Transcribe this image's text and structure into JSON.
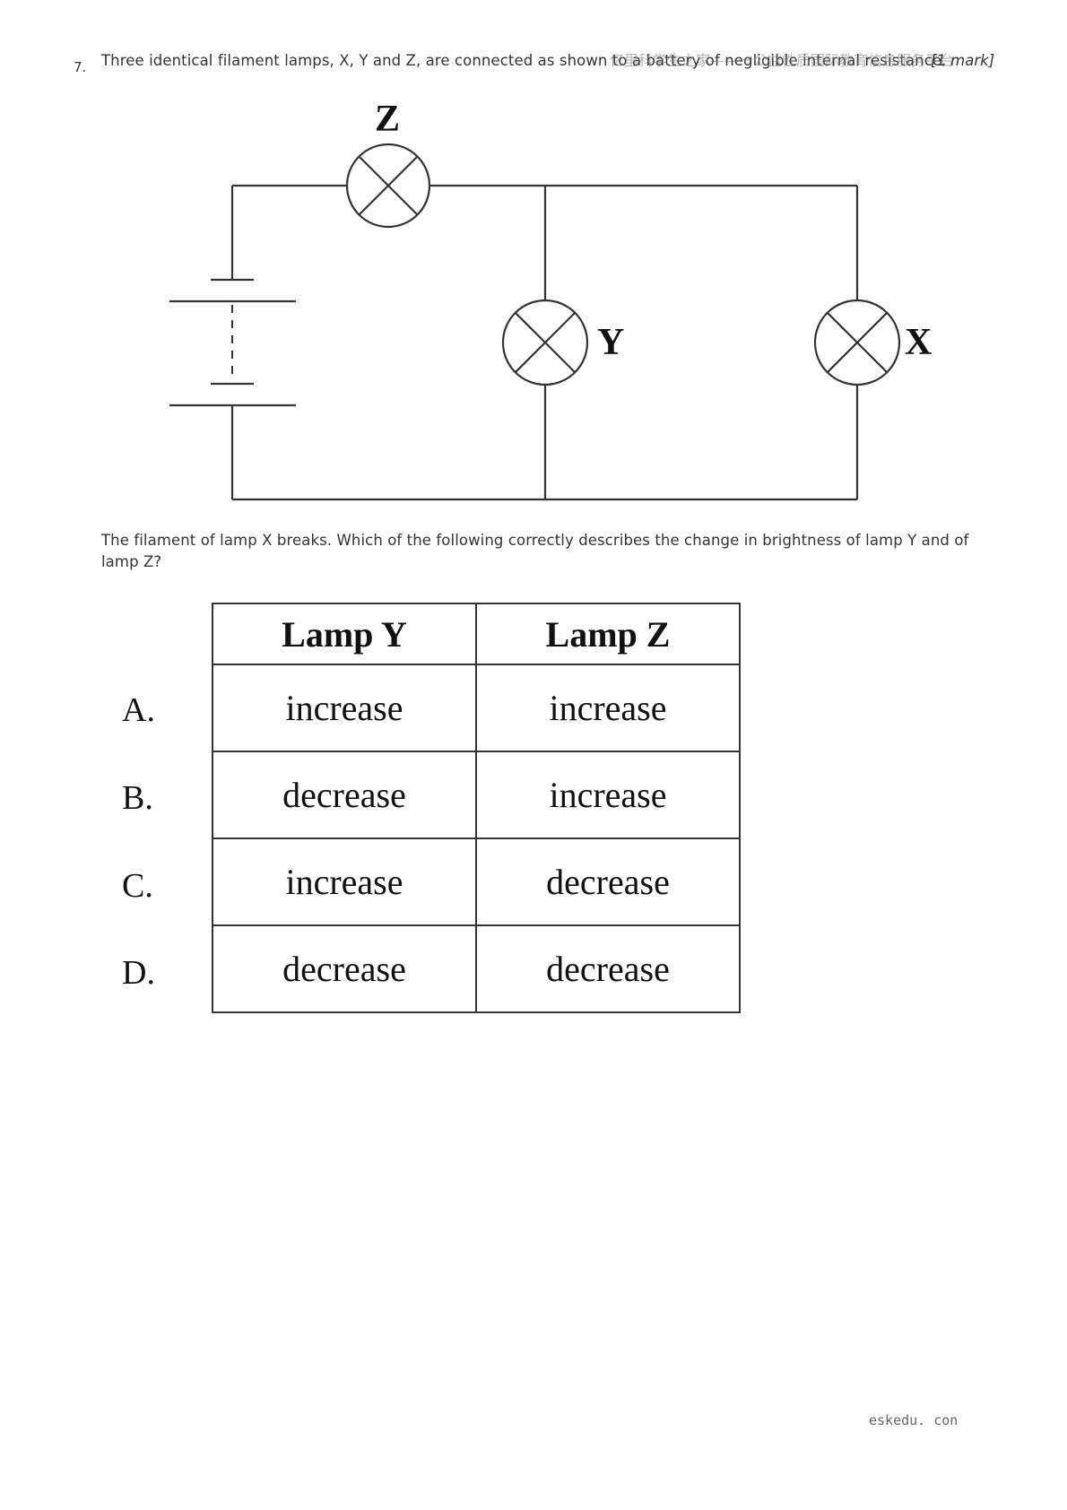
{
  "question": {
    "number": "7.",
    "text": "Three identical filament lamps, X, Y and Z, are connected as shown to a battery of negligible internal resistance.",
    "marks": "[1 mark]",
    "watermark": "亿里科学生之家——一公益性质国际教育信息服务平台",
    "prompt": "The filament of lamp X breaks. Which of the following correctly describes the change in brightness of lamp Y and of lamp Z?"
  },
  "circuit": {
    "lamp_labels": {
      "z": "Z",
      "y": "Y",
      "x": "X"
    }
  },
  "answer_table": {
    "headers": [
      "Lamp Y",
      "Lamp Z"
    ],
    "rows": [
      {
        "letter": "A.",
        "lamp_y": "increase",
        "lamp_z": "increase"
      },
      {
        "letter": "B.",
        "lamp_y": "decrease",
        "lamp_z": "increase"
      },
      {
        "letter": "C.",
        "lamp_y": "increase",
        "lamp_z": "decrease"
      },
      {
        "letter": "D.",
        "lamp_y": "decrease",
        "lamp_z": "decrease"
      }
    ]
  },
  "footer": {
    "site": "eskedu. con"
  }
}
